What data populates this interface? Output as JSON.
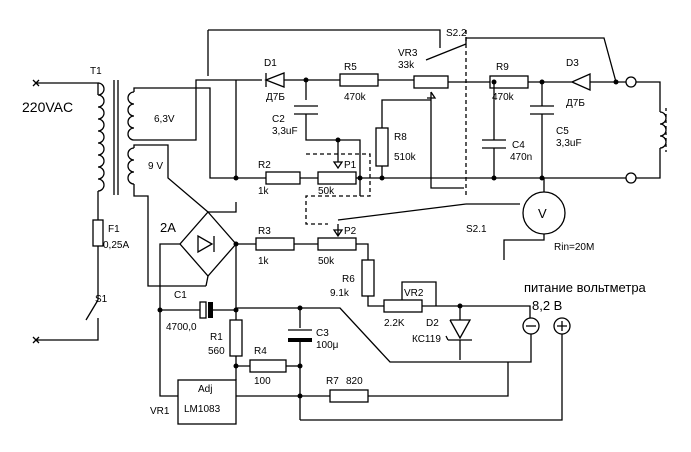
{
  "labels": {
    "mains": "220VAC",
    "T1": "T1",
    "sec_6v": "6,3V",
    "sec_9v": "9 V",
    "F1": "F1",
    "F1_val": "0,25A",
    "S1": "S1",
    "bridge": "2A",
    "D1": "D1",
    "D1_type": "Д7Б",
    "D3": "D3",
    "D3_type": "Д7Б",
    "R5": "R5",
    "R5_val": "470k",
    "VR3": "VR3",
    "VR3_val": "33k",
    "S22": "S2.2",
    "R9": "R9",
    "R9_val": "470k",
    "C2": "C2",
    "C2_val": "3,3uF",
    "R8": "R8",
    "R8_val": "510k",
    "C4": "C4",
    "C4_val": "470n",
    "C5": "C5",
    "C5_val": "3,3uF",
    "R2": "R2",
    "R2_val": "1k",
    "P1": "P1",
    "P1_val": "50k",
    "S21": "S2.1",
    "meter": "V",
    "rin": "Rin=20M",
    "R3": "R3",
    "R3_val": "1k",
    "P2": "P2",
    "P2_val": "50k",
    "R6": "R6",
    "R6_val": "9.1k",
    "VR2": "VR2",
    "VR2_val": "2.2K",
    "D2": "D2",
    "D2_type": "КС119",
    "supply_title": "питание вольтметра",
    "supply_val": "8,2 В",
    "minus": "−",
    "plus": "+",
    "C1": "C1",
    "C1_val": "4700,0",
    "R1": "R1",
    "R1_val": "560",
    "R4": "R4",
    "R4_val": "100",
    "C3": "C3",
    "C3_val": "100μ",
    "R7": "R7",
    "R7_val": "820",
    "adj": "Adj",
    "reg": "LM1083",
    "VR1": "VR1"
  }
}
